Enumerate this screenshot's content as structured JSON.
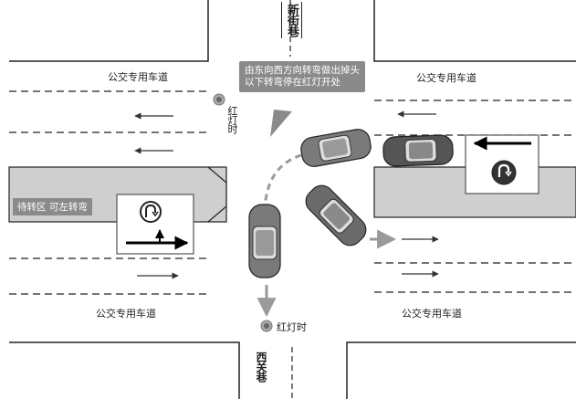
{
  "labels": {
    "north_street": "新街巷",
    "south_street": "西关巷",
    "bus_lane_nw": "公交专用车道",
    "bus_lane_ne": "公交专用车道",
    "bus_lane_sw": "公交专用车道",
    "bus_lane_se": "公交专用车道",
    "callout": "由东向西方向转弯做出掉头以下转弯停在红灯开处",
    "left_zone_note": "待转区 可左转弯",
    "red_light_west": "红灯时",
    "red_light_south": "红灯时"
  },
  "colors": {
    "road_line": "#222222",
    "zone_fill": "#cfcfcf",
    "callout_bg": "#8a8a8a",
    "car_body": "#7a7a7a",
    "path_arrow": "#9a9a9a"
  },
  "icons": {
    "uturn_sign_left": "u-turn-icon",
    "uturn_sign_right": "u-turn-icon",
    "light_west": "traffic-light-icon",
    "light_south": "traffic-light-icon"
  }
}
